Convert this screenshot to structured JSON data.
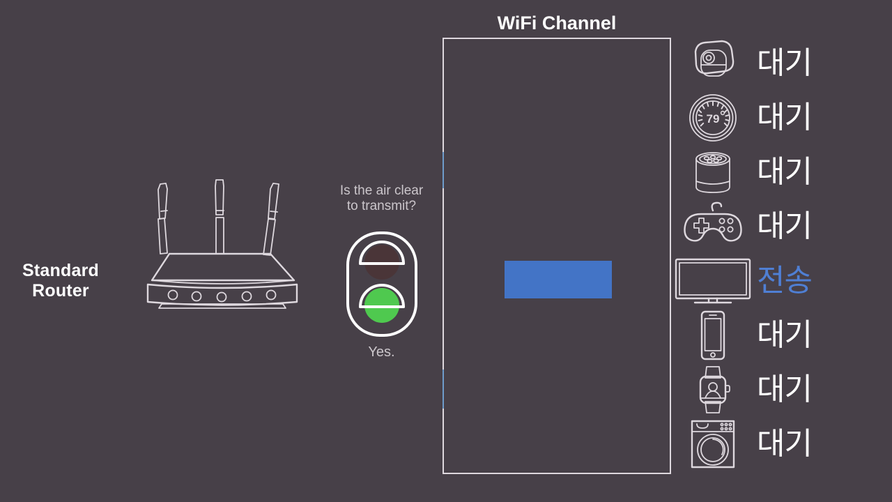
{
  "background_color": "#474048",
  "router": {
    "label_line1": "Standard",
    "label_line2": "Router",
    "icon": "wifi-router-icon",
    "led_count": 5,
    "antenna_count": 3
  },
  "transmit_check": {
    "question_line1": "Is the air clear",
    "question_line2": "to transmit?",
    "answer": "Yes.",
    "signal_icon": "traffic-light-icon",
    "red_light_state": "off",
    "red_light_color": "#4a3538",
    "green_light_state": "on",
    "green_light_color": "#4fc94f"
  },
  "channel": {
    "title": "WiFi Channel",
    "border_color": "#ded8de",
    "transmission_block_color": "#4374c6",
    "tick_color": "#5b92c8",
    "tick_count": 2
  },
  "devices": [
    {
      "icon": "security-camera-icon",
      "status": "대기",
      "state": "waiting"
    },
    {
      "icon": "thermostat-icon",
      "status": "대기",
      "state": "waiting",
      "reading": "79"
    },
    {
      "icon": "smart-speaker-icon",
      "status": "대기",
      "state": "waiting"
    },
    {
      "icon": "game-controller-icon",
      "status": "대기",
      "state": "waiting"
    },
    {
      "icon": "television-icon",
      "status": "전송",
      "state": "transmitting"
    },
    {
      "icon": "smartphone-icon",
      "status": "대기",
      "state": "waiting"
    },
    {
      "icon": "smartwatch-icon",
      "status": "대기",
      "state": "waiting"
    },
    {
      "icon": "washing-machine-icon",
      "status": "대기",
      "state": "waiting"
    }
  ],
  "colors": {
    "line_art": "#ded8de",
    "text_primary": "#ffffff",
    "text_secondary": "#cbc6cb",
    "accent_blue": "#4374c6",
    "status_transmit": "#4f7fd4"
  }
}
